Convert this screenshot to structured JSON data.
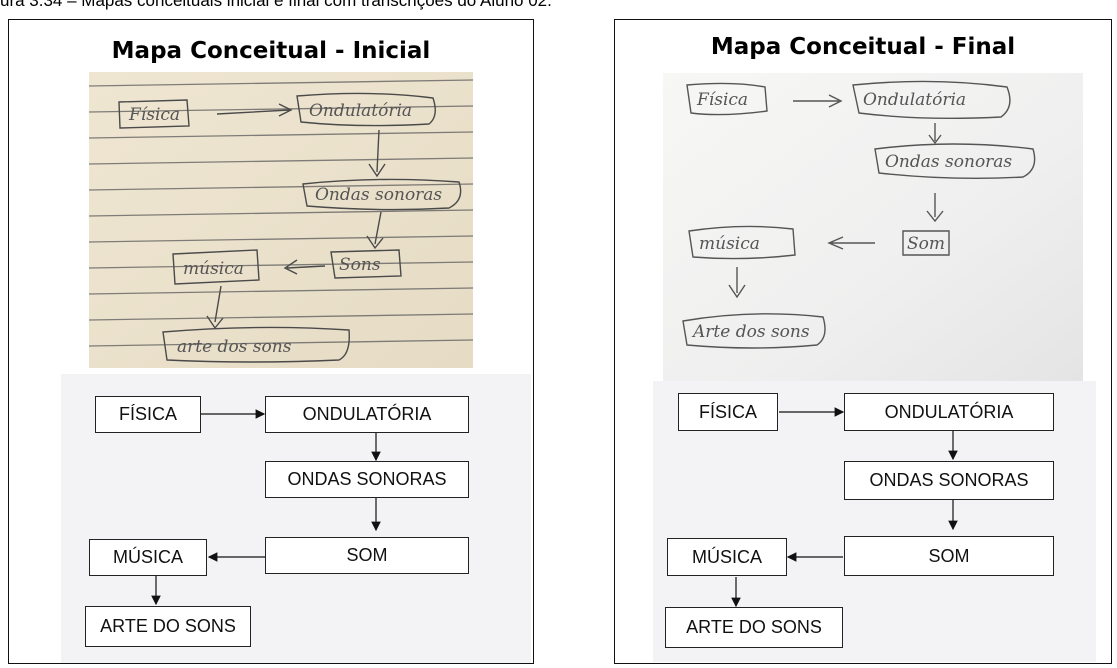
{
  "caption": "ura 3.34 – Mapas conceituais inicial e final com transcrições do Aluno 02.",
  "panels": {
    "initial": {
      "title": "Mapa Conceitual - Inicial",
      "handwritten": {
        "fisica": "Física",
        "ondulatoria": "Ondulatória",
        "ondas": "Ondas sonoras",
        "som": "Sons",
        "musica": "música",
        "arte": "arte dos sons"
      },
      "transcript": {
        "fisica": "FÍSICA",
        "ondulatoria": "ONDULATÓRIA",
        "ondas": "ONDAS SONORAS",
        "som": "SOM",
        "musica": "MÚSICA",
        "arte": "ARTE DO SONS"
      }
    },
    "final": {
      "title": "Mapa Conceitual - Final",
      "handwritten": {
        "fisica": "Física",
        "ondulatoria": "Ondulatória",
        "ondas": "Ondas sonoras",
        "som": "Som",
        "musica": "música",
        "arte": "Arte dos sons"
      },
      "transcript": {
        "fisica": "FÍSICA",
        "ondulatoria": "ONDULATÓRIA",
        "ondas": "ONDAS SONORAS",
        "som": "SOM",
        "musica": "MÚSICA",
        "arte": "ARTE DO SONS"
      }
    }
  }
}
